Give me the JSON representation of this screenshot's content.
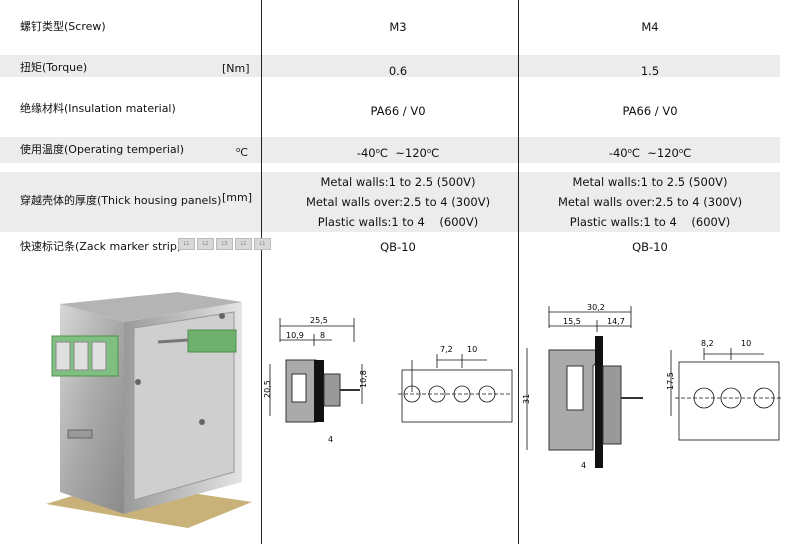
{
  "rows": {
    "screw": {
      "label": "螺钉类型(Screw)",
      "m3": "M3",
      "m4": "M4"
    },
    "torque": {
      "label": "扭矩(Torque)",
      "unit": "[Nm]",
      "m3": "0.6",
      "m4": "1.5"
    },
    "insulation": {
      "label": "绝缘材料(Insulation material)",
      "m3": "PA66 / V0",
      "m4": "PA66 / V0"
    },
    "temp": {
      "label": "使用温度(Operating temperial)",
      "unit_sym": "o",
      "unit_letter": "C",
      "m3": {
        "lo": "-40",
        "deg": "o",
        "c1": "C",
        "sep": "  ~120",
        "deg2": "o",
        "c2": "C"
      },
      "m4": {
        "lo": "-40",
        "deg": "o",
        "c1": "C",
        "sep": "  ~120",
        "deg2": "o",
        "c2": "C"
      }
    },
    "panels": {
      "label": "穿越壳体的厚度(Thick housing panels)",
      "unit": "[mm]",
      "m3": [
        "Metal walls:1 to 2.5 (500V)",
        "Metal walls over:2.5 to 4 (300V)",
        "Plastic walls:1 to 4    (600V)"
      ],
      "m4": [
        "Metal walls:1 to 2.5 (500V)",
        "Metal walls over:2.5 to 4 (300V)",
        "Plastic walls:1 to 4    (600V)"
      ]
    },
    "marker": {
      "label": "快速标记条(Zack marker strip)",
      "chips": [
        "L1",
        "L2",
        "L3",
        "L1",
        "L1"
      ],
      "m3": "QB-10",
      "m4": "QB-10"
    }
  },
  "drawings": {
    "m3": {
      "overall": "25,5",
      "d1": "10,9",
      "d2": "8",
      "height": "20,5",
      "hole": "10,8",
      "wall": "4",
      "pitch": "7,2",
      "spacing": "10"
    },
    "m4": {
      "overall": "30,2",
      "d1": "15,5",
      "d2": "14,7",
      "height": "31",
      "hole": "17,5",
      "wall": "4",
      "pitch": "8,2",
      "spacing": "10"
    }
  }
}
